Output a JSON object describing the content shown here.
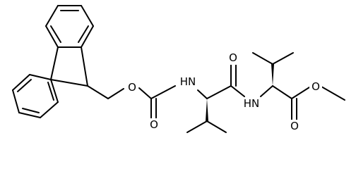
{
  "molecule": {
    "atom_labels": {
      "carbamate_ether_oxygen": "O",
      "carbamate_carbonyl_oxygen": "O",
      "carbamate_nitrogen": "HN",
      "amide_carbonyl_oxygen": "O",
      "amide_nitrogen": "HN",
      "ester_carbonyl_oxygen": "O",
      "ester_methoxy_oxygen": "O"
    },
    "bond_color": "#000000",
    "background_color": "#ffffff"
  }
}
